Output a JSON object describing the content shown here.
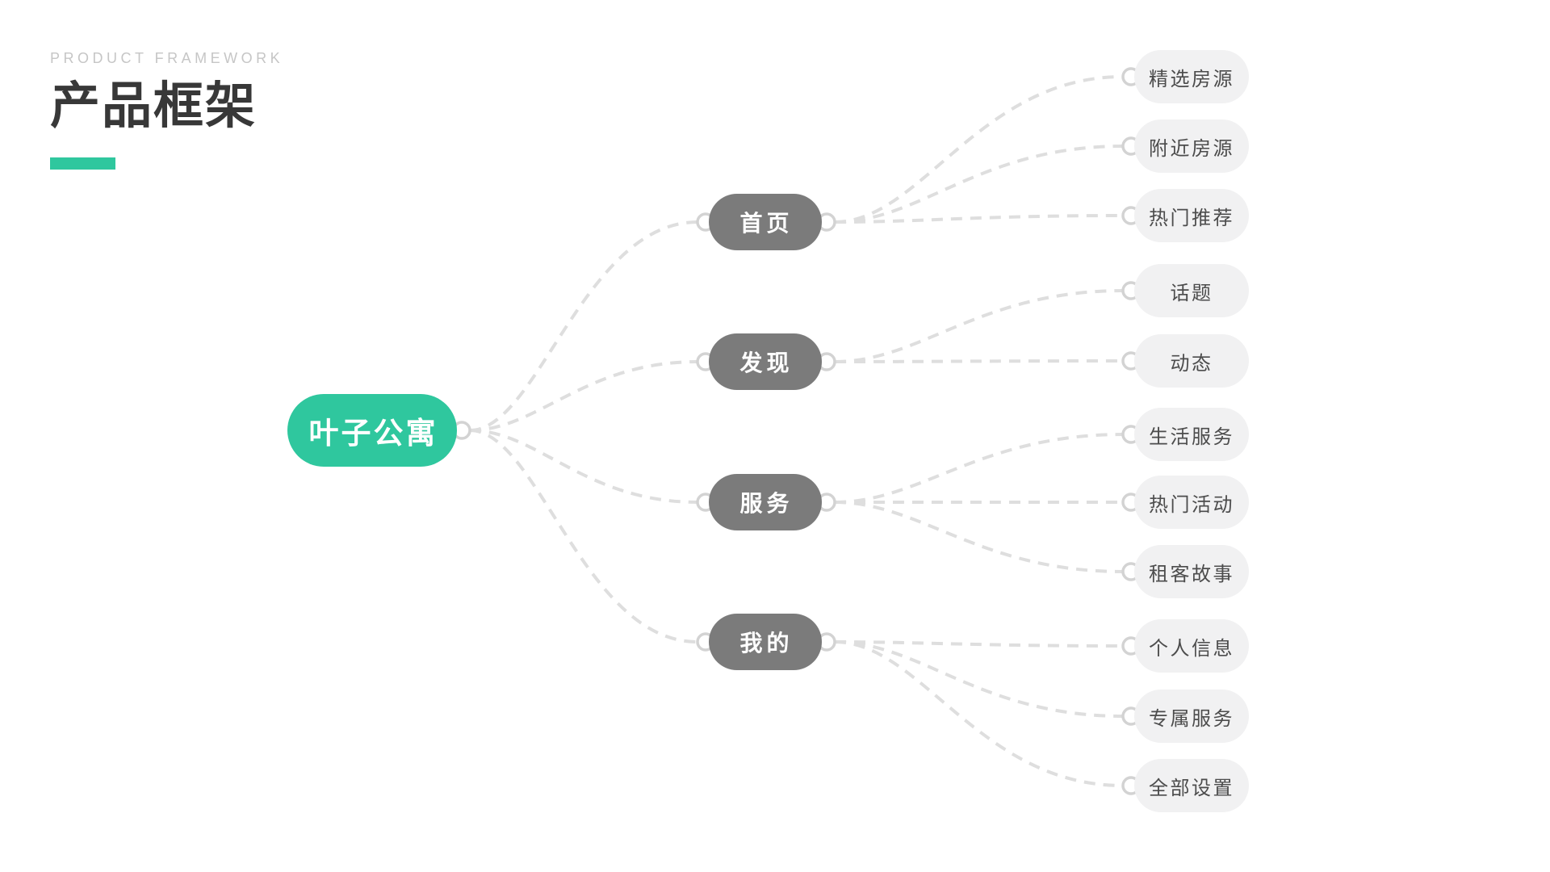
{
  "header": {
    "eyebrow": "PRODUCT FRAMEWORK",
    "title": "产品框架"
  },
  "colors": {
    "accent": "#2FC79E",
    "branch_bg": "#7B7B7B",
    "leaf_bg": "#F1F1F2",
    "leaf_text": "#4C4C4C",
    "title_text": "#383838",
    "eyebrow_text": "#C6C6C6",
    "connector": "#DEDEDE",
    "socket": "#D3D3D3"
  },
  "tree": {
    "root": {
      "label": "叶子公寓"
    },
    "branches": [
      {
        "label": "首页",
        "children": [
          {
            "label": "精选房源"
          },
          {
            "label": "附近房源"
          },
          {
            "label": "热门推荐"
          }
        ]
      },
      {
        "label": "发现",
        "children": [
          {
            "label": "话题"
          },
          {
            "label": "动态"
          }
        ]
      },
      {
        "label": "服务",
        "children": [
          {
            "label": "生活服务"
          },
          {
            "label": "热门活动"
          },
          {
            "label": "租客故事"
          }
        ]
      },
      {
        "label": "我的",
        "children": [
          {
            "label": "个人信息"
          },
          {
            "label": "专属服务"
          },
          {
            "label": "全部设置"
          }
        ]
      }
    ]
  }
}
